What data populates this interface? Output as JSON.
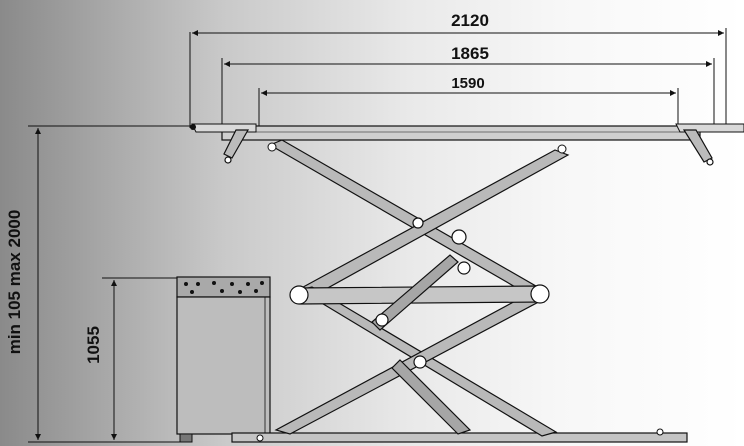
{
  "dimensions": {
    "width_outer": "2120",
    "width_mid": "1865",
    "width_inner": "1590",
    "height_range": "min 105 max 2000",
    "console_height": "1055"
  },
  "colors": {
    "line": "#111111",
    "arm_fill": "#b9b9b9",
    "platform_fill": "#cfcfcf",
    "console_fill": "#bdbdbd"
  }
}
